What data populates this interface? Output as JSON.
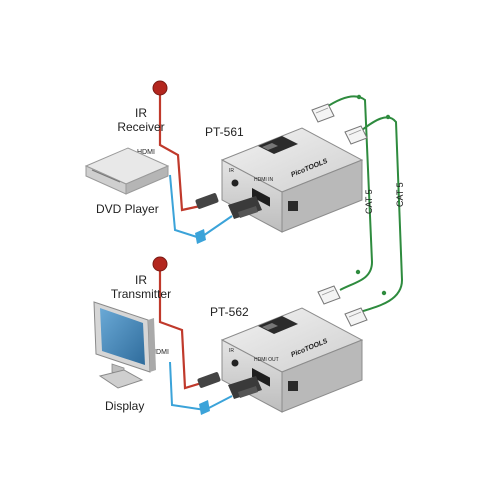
{
  "labels": {
    "ir_receiver_line1": "IR",
    "ir_receiver_line2": "Receiver",
    "pt561": "PT-561",
    "hdmi_top": "HDMI",
    "dvd_player": "DVD Player",
    "cat5_a": "CAT 5",
    "cat5_b": "CAT 5",
    "ir_transmitter_line1": "IR",
    "ir_transmitter_line2": "Transmitter",
    "pt562": "PT-562",
    "hdmi_bottom": "HDMI",
    "display": "Display"
  },
  "device_text": {
    "brand_top": "PicoTOOLS",
    "brand_bottom": "PicoTOOLS",
    "port_ir_top": "IR",
    "port_hdmi_in": "HDMI IN",
    "port_ir_bottom": "IR",
    "port_hdmi_out": "HDMI OUT"
  },
  "colors": {
    "ir_cable": "#c0392b",
    "cat5_cable": "#2e8b3e",
    "hdmi_cable": "#3ba3d9",
    "device_body": "#d9d9d9",
    "device_dark": "#2b2b2b",
    "screen": "#3f7fb0"
  }
}
